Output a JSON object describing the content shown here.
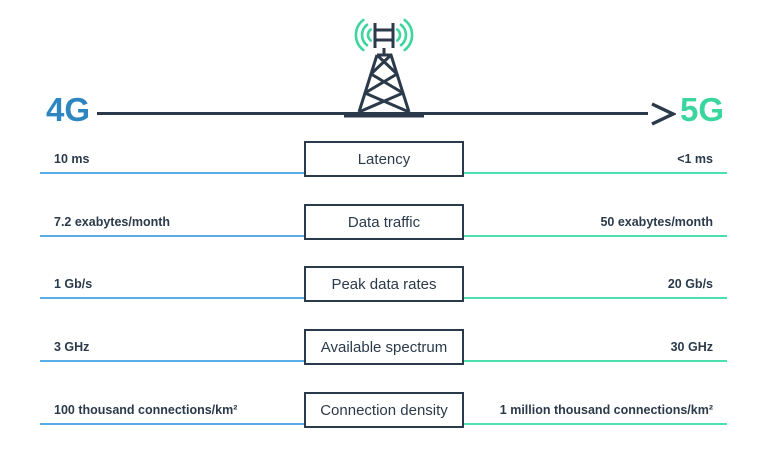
{
  "header": {
    "left_label": "4G",
    "right_label": "5G"
  },
  "rows": [
    {
      "left": "10 ms",
      "center": "Latency",
      "right": "<1 ms"
    },
    {
      "left": "7.2 exabytes/month",
      "center": "Data traffic",
      "right": "50 exabytes/month"
    },
    {
      "left": "1 Gb/s",
      "center": "Peak data rates",
      "right": "20 Gb/s"
    },
    {
      "left": "3 GHz",
      "center": "Available spectrum",
      "right": "30 GHz"
    },
    {
      "left": "100 thousand connections/km²",
      "center": "Connection density",
      "right": "1 million thousand connections/km²"
    }
  ],
  "icons": {
    "tower": "cell-tower-icon",
    "arrow": "arrow-right-icon"
  },
  "colors": {
    "navy": "#2b3a4a",
    "blue_accent": "#2e86c1",
    "green_accent": "#3bd69e",
    "blue_line": "#5aaee8",
    "green_line": "#4ce0af"
  }
}
